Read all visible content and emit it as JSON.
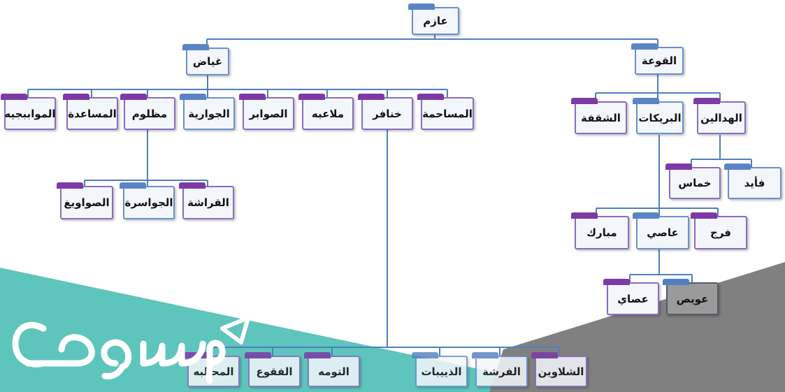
{
  "tree": {
    "root": "عازم",
    "branches": {
      "qawa": {
        "label": "القوعة",
        "children": {
          "hadalin": "الهدالين",
          "buraykat": "البريكات",
          "shaqfa": "الشقفة"
        },
        "hadalin_children": {
          "fayed": "فأيد",
          "khammas": "خماس"
        },
        "buraykat_children": {
          "faraj": "فرج",
          "asi": "عاصي",
          "mubarak": "مبارك"
        },
        "asi_children": {
          "uwais": "عويص",
          "asay": "عصاي"
        }
      },
      "ghayad": {
        "label": "غياض",
        "children": {
          "musahama": "المساحمة",
          "khanafer": "خنافر",
          "malaiba": "ملاعبه",
          "sawabir": "الصوابر",
          "jawariya": "الجوارية",
          "mazloum": "مظلوم",
          "musaada": "المساعدة",
          "mawabiya": "المواببجيه"
        },
        "mazloum_children": {
          "qarasha": "القراشة",
          "jawasra": "الجواسرة",
          "sawawigh": "الصواويغ"
        },
        "khanafer_children": {
          "shalawin": "الشلاوين",
          "farsha": "الفرشة",
          "dhuyaybat": "الذييبات",
          "tawma": "التومه",
          "faqou": "الفقوع",
          "mahaliba": "المحالبه"
        }
      }
    }
  },
  "watermark": {
    "brand_icon": "mawdoo3-logo"
  },
  "colors": {
    "node_border": "#4f7fbf",
    "tab_purple": "#7d3aa5",
    "teal": "#5ec5bd",
    "gray_wedge": "#7f7f7f"
  }
}
